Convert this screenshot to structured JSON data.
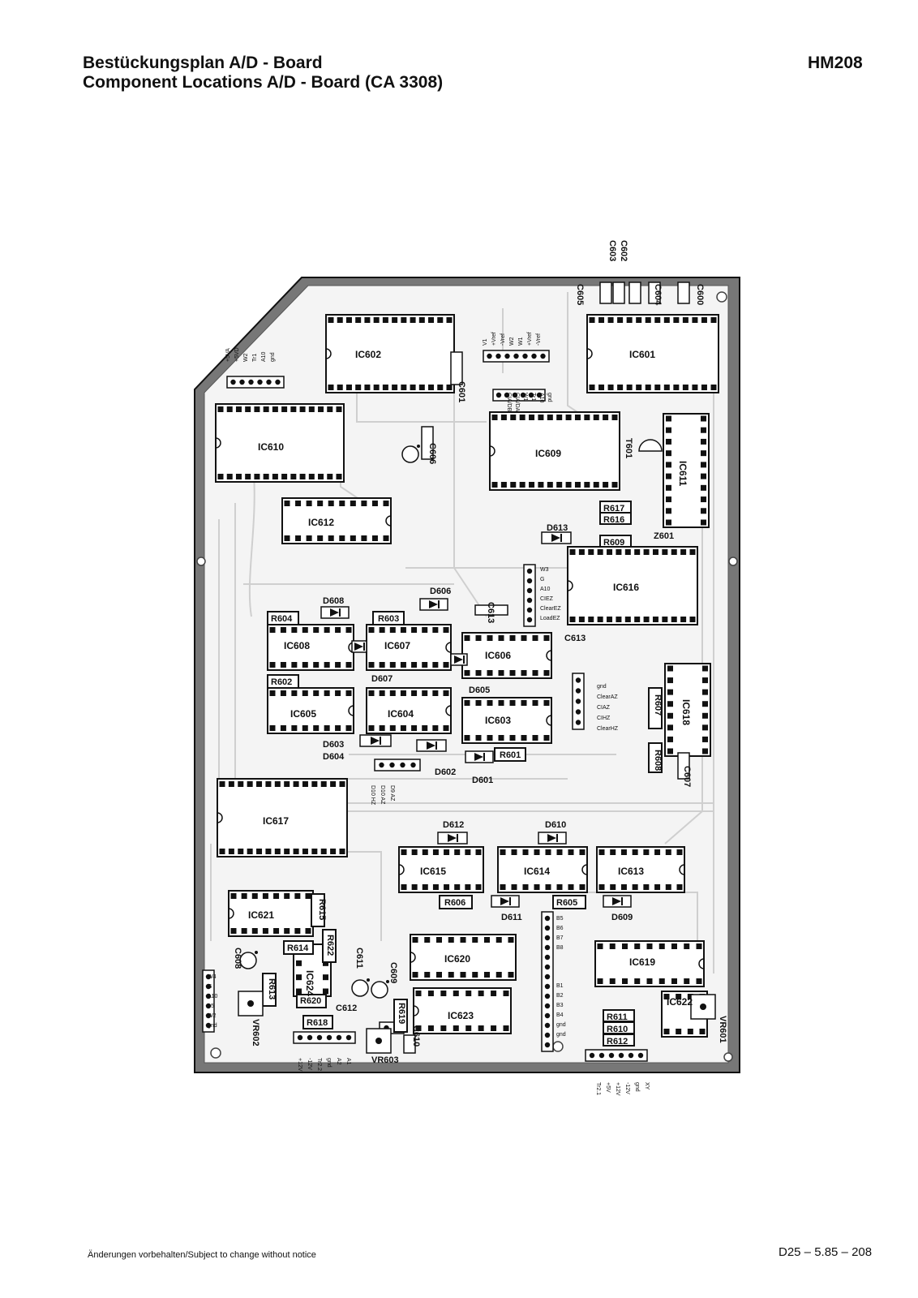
{
  "header": {
    "title_de": "Bestückungsplan A/D - Board",
    "title_en": "Component Locations A/D - Board (CA 3308)",
    "model": "HM208"
  },
  "footer": {
    "notice": "Änderungen vorbehalten/Subject to change without notice",
    "doc_code": "D25 – 5.85 – 208"
  },
  "labels": {
    "IC601": "IC601",
    "IC602": "IC602",
    "IC603": "IC603",
    "IC604": "IC604",
    "IC605": "IC605",
    "IC606": "IC606",
    "IC607": "IC607",
    "IC608": "IC608",
    "IC609": "IC609",
    "IC610": "IC610",
    "IC611": "IC611",
    "IC612": "IC612",
    "IC613": "IC613",
    "IC614": "IC614",
    "IC615": "IC615",
    "IC616": "IC616",
    "IC617": "IC617",
    "IC618": "IC618",
    "IC619": "IC619",
    "IC620": "IC620",
    "IC621": "IC621",
    "IC622": "IC622",
    "IC623": "IC623",
    "IC624": "IC624",
    "R601": "R601",
    "R602": "R602",
    "R603": "R603",
    "R604": "R604",
    "R605": "R605",
    "R606": "R606",
    "R607": "R607",
    "R608": "R608",
    "R609": "R609",
    "R610": "R610",
    "R611": "R611",
    "R612": "R612",
    "R613": "R613",
    "R614": "R614",
    "R615": "R615",
    "R616": "R616",
    "R617": "R617",
    "R618": "R618",
    "R619": "R619",
    "R620": "R620",
    "R622": "R622",
    "D601": "D601",
    "D602": "D602",
    "D603": "D603",
    "D604": "D604",
    "D605": "D605",
    "D606": "D606",
    "D607": "D607",
    "D608": "D608",
    "D609": "D609",
    "D610": "D610",
    "D611": "D611",
    "D612": "D612",
    "D613": "D613",
    "C600": "C600",
    "C601": "C601",
    "C602": "C602",
    "C603": "C603",
    "C604": "C604",
    "C605": "C605",
    "C606": "C606",
    "C607": "C607",
    "C608": "C608",
    "C609": "C609",
    "C610": "C610",
    "C611": "C611",
    "C612": "C612",
    "C613": "C613",
    "T601": "T601",
    "Z601": "Z601",
    "VR601": "VR601",
    "VR602": "VR602",
    "VR603": "VR603"
  },
  "connectors": {
    "top_left_pins": [
      "+5VA",
      "+5VD",
      "W2",
      "Tr1",
      "A10",
      "gnd"
    ],
    "top_mid_pins": [
      "V1",
      "+Vref",
      "-Vref",
      "W2",
      "W1",
      "+Vref",
      "-Vref"
    ],
    "ic609_top_pins": [
      "gnd",
      "A10",
      "Tr1",
      "W1",
      "CIA/DA",
      "CIA/DB"
    ],
    "mid_pins": [
      "W3",
      "G",
      "A10",
      "CIEZ",
      "ClearEZ",
      "LoadEZ"
    ],
    "right_pins": [
      "gnd",
      "ClearAZ",
      "CIAZ",
      "CIHZ",
      "ClearHZ"
    ],
    "left_bottom_pins": [
      "W4",
      "G",
      "A10",
      "+5",
      "W2",
      "gnd"
    ],
    "center_bottom_pins": [
      "B5",
      "B6",
      "B7",
      "B8",
      "B1",
      "B2",
      "B3",
      "B4",
      "gnd",
      "gnd"
    ],
    "under_ic604_pins": [
      "D9 AZ",
      "D10 AZ",
      "D10 HZ"
    ],
    "bottom_mid_pins": [
      "+12V",
      "-12V",
      "Tr2.2",
      "gnd",
      "A2",
      "A1"
    ],
    "bottom_right_pins": [
      "XY",
      "gnd",
      "-12V",
      "+12V",
      "+5V",
      "Tr2.1"
    ]
  }
}
